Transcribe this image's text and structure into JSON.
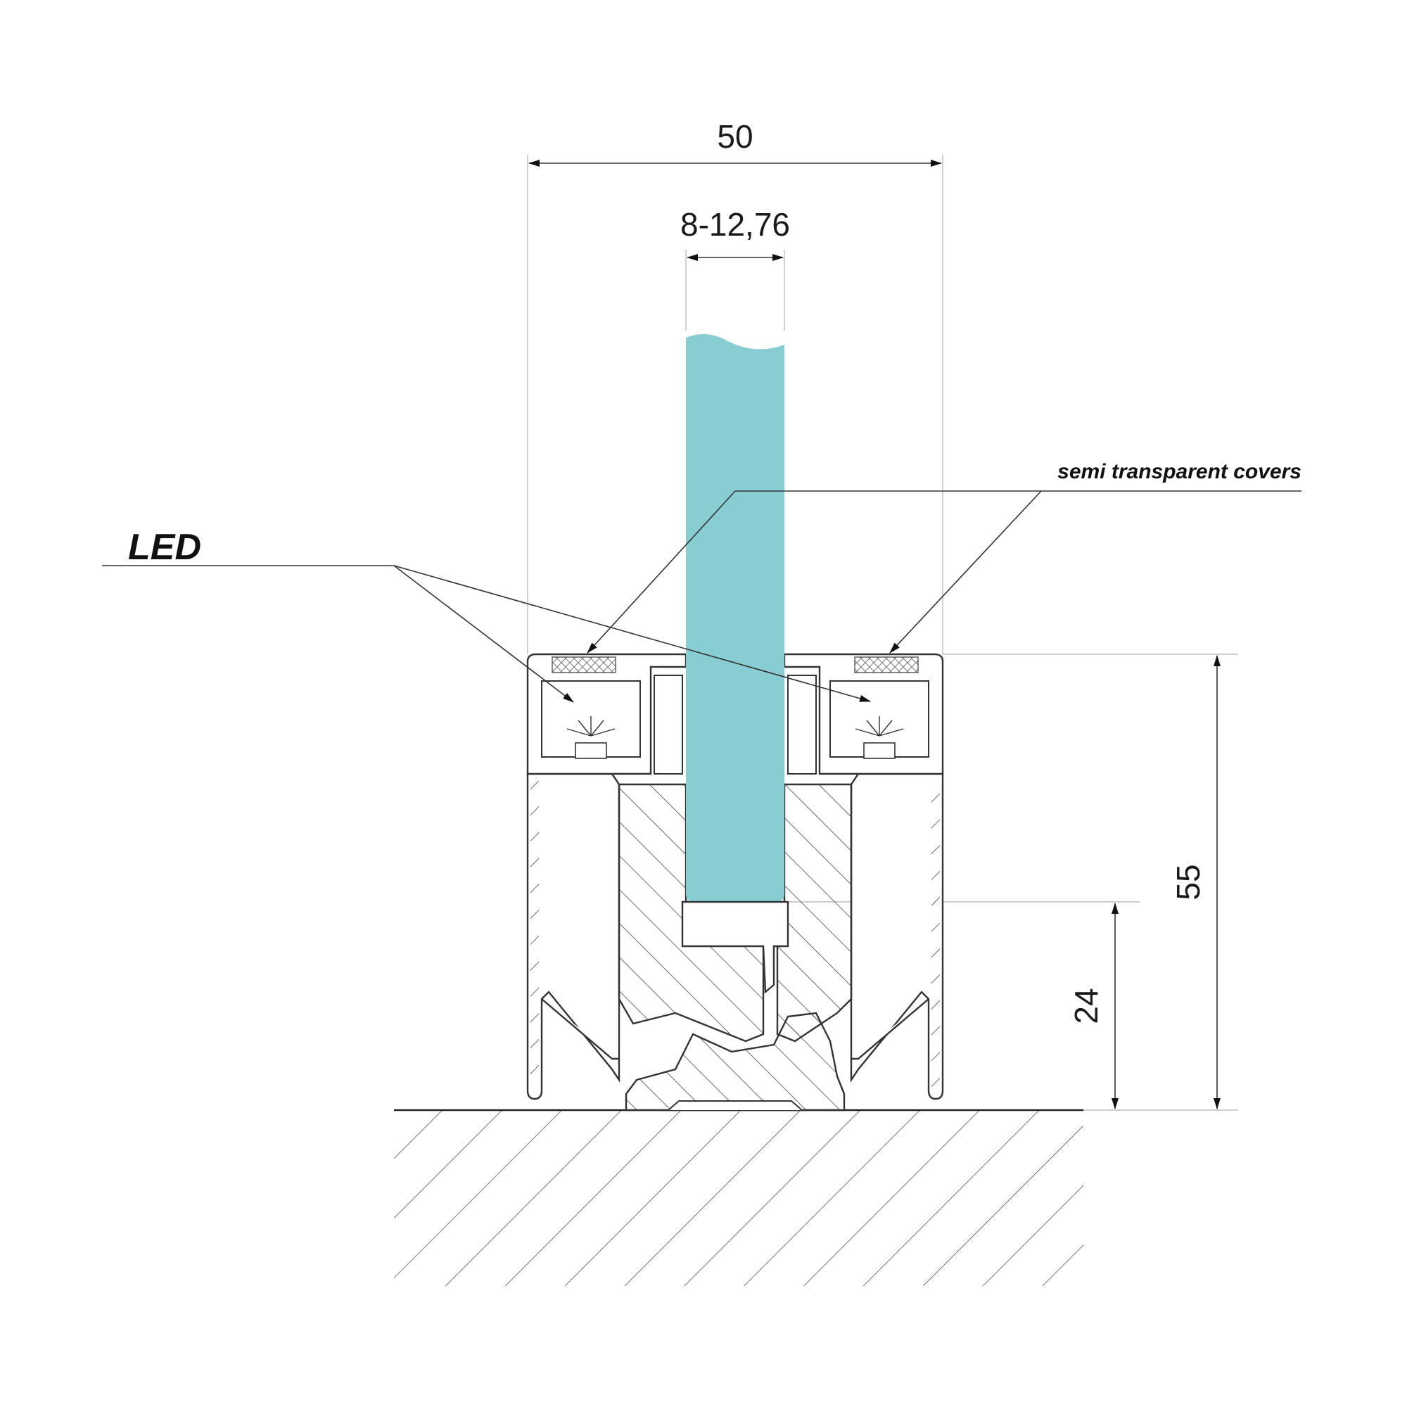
{
  "dimensions": {
    "overall_width": "50",
    "glass_thickness": "8-12,76",
    "overall_height": "55",
    "glass_insertion_depth": "24"
  },
  "callouts": {
    "led": "LED",
    "covers": "semi transparent covers"
  },
  "colors": {
    "glass": "#88cdd2",
    "line": "#333333"
  }
}
